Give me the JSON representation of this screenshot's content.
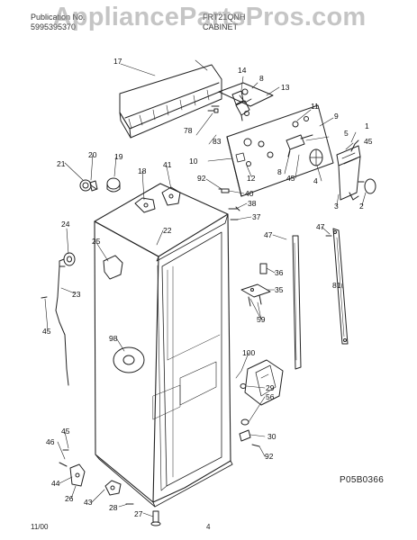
{
  "header": {
    "publication_label": "Publication No.",
    "publication_value": "5995395370",
    "model": "FRT21QNH",
    "section": "CABINET"
  },
  "watermark": "AppliancePartsPros.com",
  "diagram_code": "P05B0366",
  "footer": {
    "date": "11/00",
    "page": "4"
  },
  "part_labels": {
    "p1": "1",
    "p2": "2",
    "p3": "3",
    "p4": "4",
    "p5": "5",
    "p8a": "8",
    "p8b": "8",
    "p9": "9",
    "p10": "10",
    "p11": "11",
    "p12": "12",
    "p13": "13",
    "p14": "14",
    "p17": "17",
    "p18": "18",
    "p19": "19",
    "p20": "20",
    "p21": "21",
    "p22": "22",
    "p23": "23",
    "p24": "24",
    "p25": "25",
    "p26": "26",
    "p27": "27",
    "p28": "28",
    "p29": "29",
    "p30": "30",
    "p35": "35",
    "p36": "36",
    "p37": "37",
    "p38": "38",
    "p40": "40",
    "p41": "41",
    "p43": "43",
    "p44": "44",
    "p45a": "45",
    "p45b": "45",
    "p45c": "45",
    "p45d": "45",
    "p46": "46",
    "p47a": "47",
    "p47b": "47",
    "p56": "56",
    "p59": "59",
    "p78": "78",
    "p81": "81",
    "p83": "83",
    "p92a": "92",
    "p92b": "92",
    "p98": "98",
    "p100": "100"
  }
}
